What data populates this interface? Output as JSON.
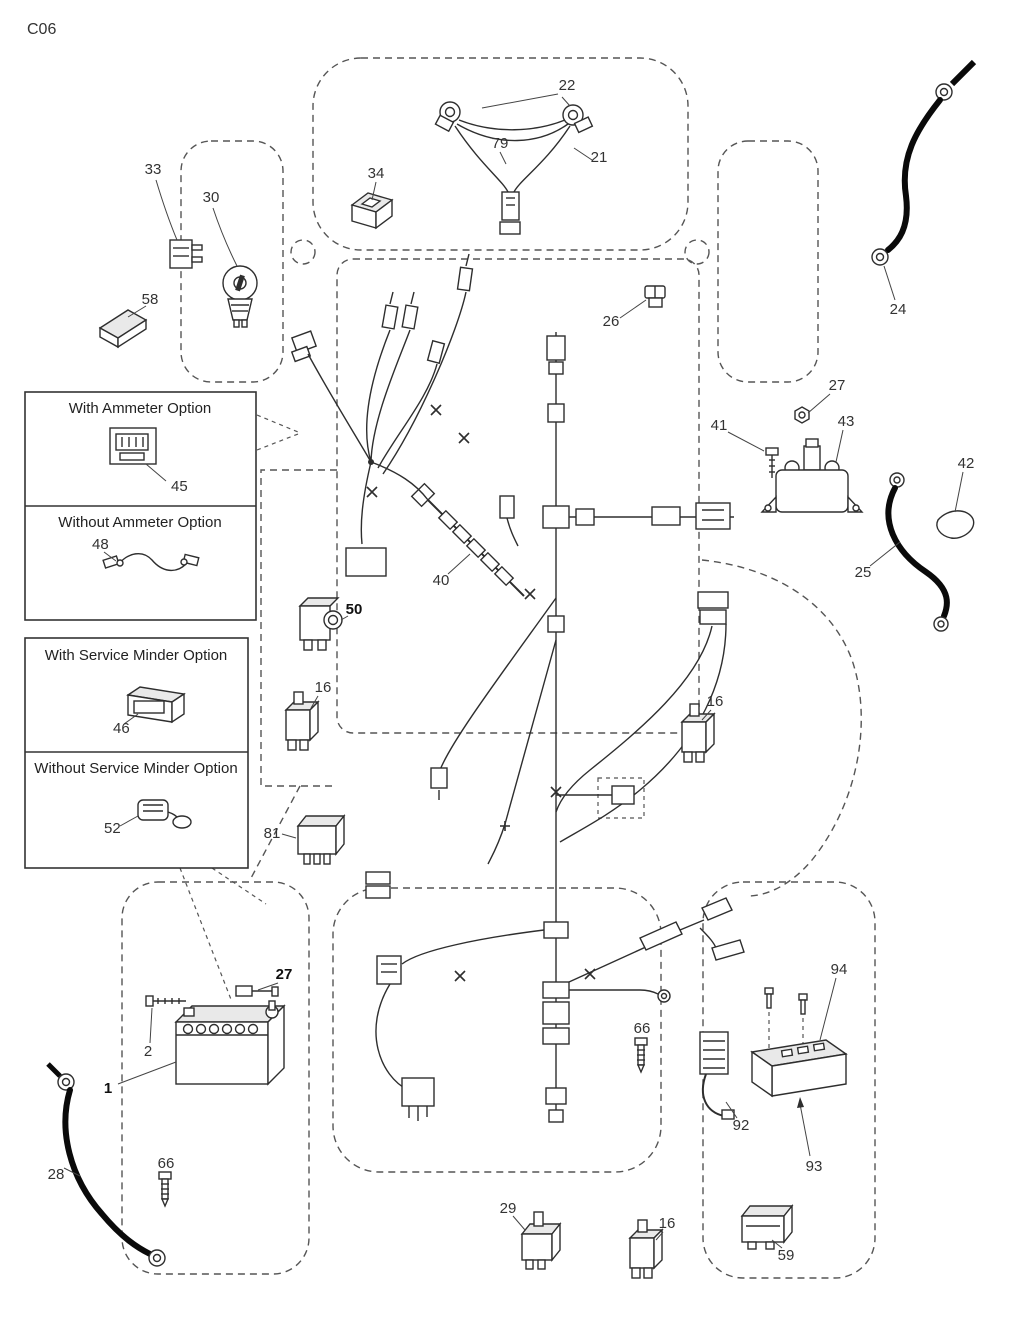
{
  "page": {
    "code": "C06"
  },
  "option_boxes": {
    "ammeter": {
      "with_label": "With Ammeter Option",
      "without_label": "Without Ammeter Option",
      "with_part": "45",
      "without_part": "48"
    },
    "service_minder": {
      "with_label": "With Service Minder Option",
      "without_label": "Without Service Minder Option",
      "with_part": "46",
      "without_part": "52"
    }
  },
  "callouts": {
    "c22": "22",
    "c79": "79",
    "c21": "21",
    "c34": "34",
    "c33": "33",
    "c30": "30",
    "c58": "58",
    "c26": "26",
    "c24": "24",
    "c27a": "27",
    "c41": "41",
    "c43": "43",
    "c42": "42",
    "c25": "25",
    "c40": "40",
    "c50": "50",
    "c16a": "16",
    "c16b": "16",
    "c81": "81",
    "c27b": "27",
    "c2": "2",
    "c1": "1",
    "c28": "28",
    "c66a": "66",
    "c66b": "66",
    "c94": "94",
    "c92": "92",
    "c93": "93",
    "c29": "29",
    "c16c": "16",
    "c59": "59"
  }
}
